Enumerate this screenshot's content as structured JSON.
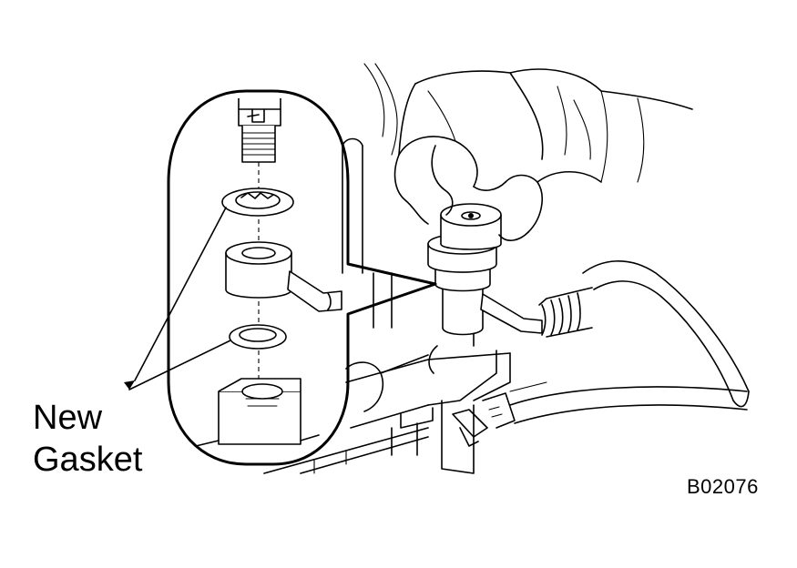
{
  "callout": {
    "line1": "New",
    "line2": "Gasket"
  },
  "figure_code": "B02076"
}
